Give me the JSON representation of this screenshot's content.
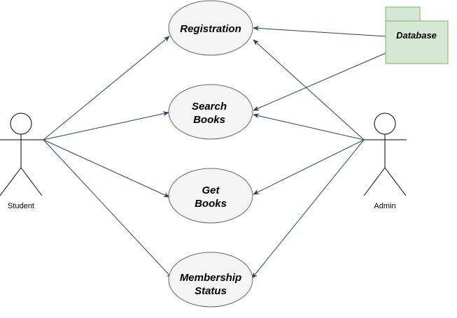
{
  "diagram": {
    "use_cases": [
      {
        "id": "registration",
        "lines": [
          "Registration"
        ]
      },
      {
        "id": "search-books",
        "lines": [
          "Search",
          "Books"
        ]
      },
      {
        "id": "get-books",
        "lines": [
          "Get",
          "Books"
        ]
      },
      {
        "id": "membership-status",
        "lines": [
          "Membership",
          "Status"
        ]
      }
    ],
    "actors": {
      "student": "Student",
      "admin": "Admin"
    },
    "database": "Database",
    "colors": {
      "line": "#23445d",
      "ellipse_fill": "#f5f5f5",
      "ellipse_stroke": "#666666",
      "db_fill": "#d5e8d4",
      "db_stroke": "#82b366"
    }
  }
}
